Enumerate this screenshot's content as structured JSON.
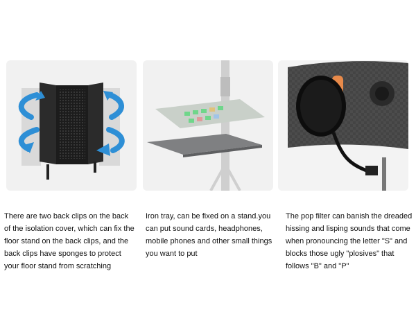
{
  "panels": [
    {
      "image": "isolation-shield-with-rotation-arrows",
      "caption_lines": [
        "There are two back clips on the back",
        "of the isolation cover, which can fix the",
        "floor stand on the back clips, and the",
        "back clips have sponges to protect",
        "your floor stand from scratching"
      ]
    },
    {
      "image": "iron-tray-with-sound-card-on-stand",
      "caption_lines": [
        "Iron tray, can be fixed on a stand.you",
        "can put sound cards, headphones,",
        "mobile phones and other small things",
        "you want to put"
      ]
    },
    {
      "image": "pop-filter-with-gooseneck",
      "caption_lines": [
        "The pop filter can banish the dreaded",
        "hissing and lisping sounds that come",
        "when pronouncing the letter \"S\" and",
        "blocks those ugly \"plosives\" that",
        "follows \"B\" and \"P\""
      ]
    }
  ],
  "colors": {
    "arrow_blue": "#2e8fd6",
    "card_bg": "#f1f1f1",
    "pad_green": "#6fd68a"
  }
}
